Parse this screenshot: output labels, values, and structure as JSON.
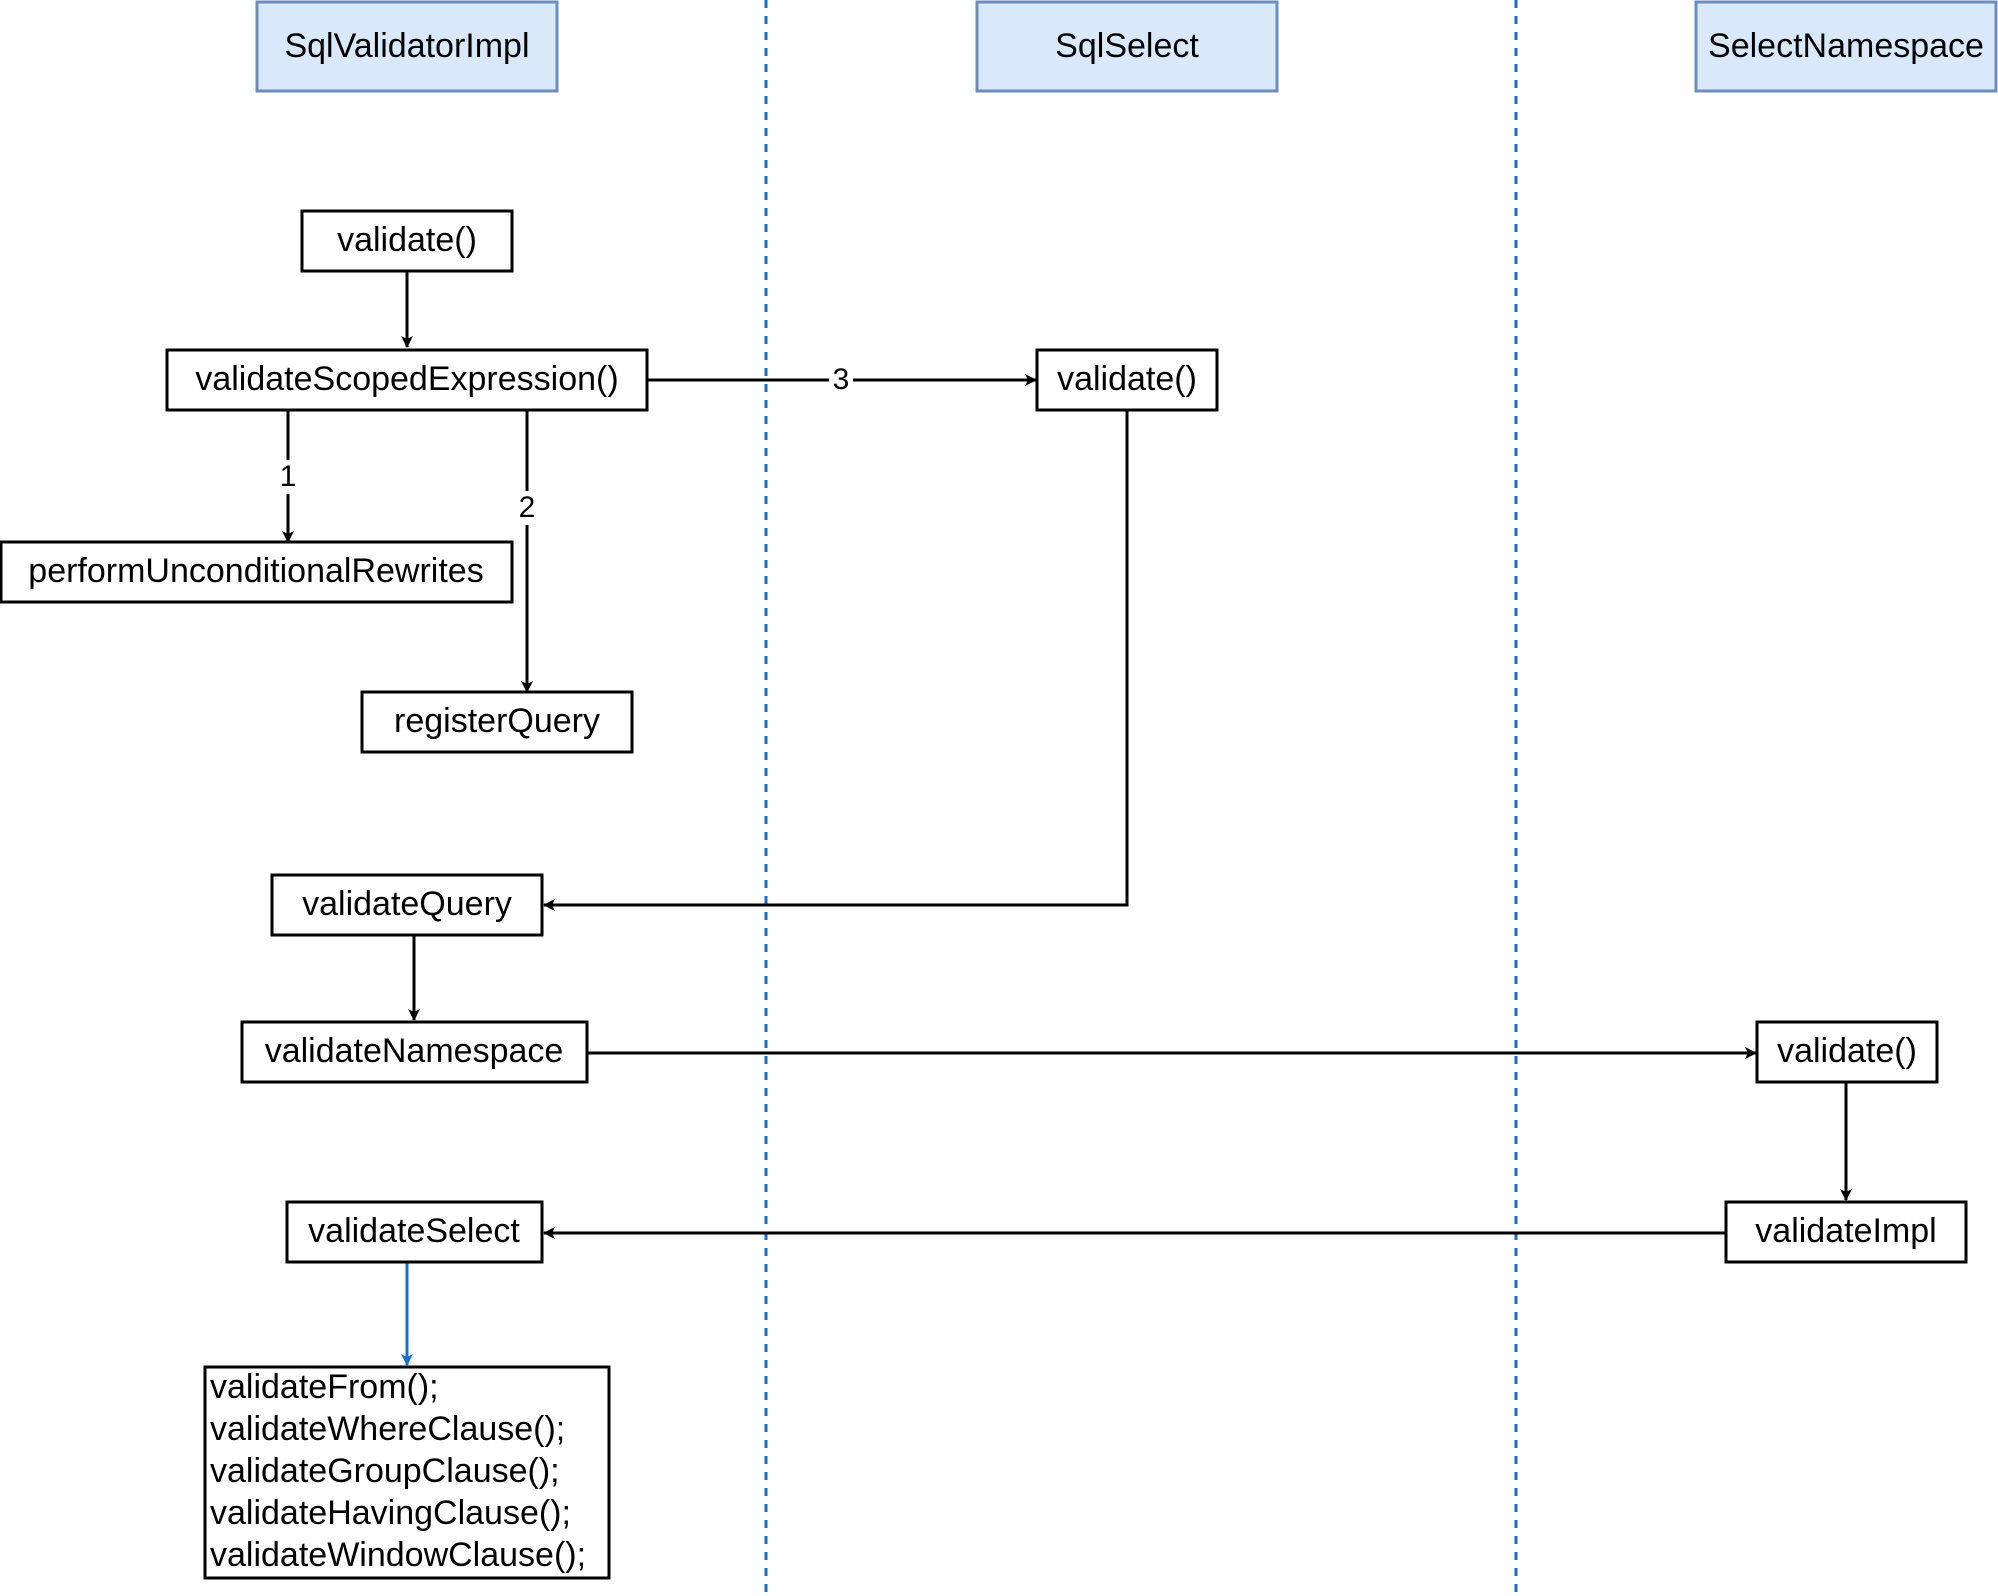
{
  "lanes": [
    {
      "label": "SqlValidatorImpl"
    },
    {
      "label": "SqlSelect"
    },
    {
      "label": "SelectNamespace"
    }
  ],
  "nodes": {
    "validator_validate": "validate()",
    "validate_scoped_expression": "validateScopedExpression()",
    "perform_unconditional_rewrites": "performUnconditionalRewrites",
    "register_query": "registerQuery",
    "sqlselect_validate": "validate()",
    "validate_query": "validateQuery",
    "validate_namespace": "validateNamespace",
    "namespace_validate": "validate()",
    "validate_select": "validateSelect",
    "validate_impl": "validateImpl",
    "clause_list": [
      "validateFrom();",
      "validateWhereClause();",
      "validateGroupClause();",
      "validateHavingClause();",
      "validateWindowClause();"
    ]
  },
  "edge_labels": {
    "to_rewrites": "1",
    "to_register": "2",
    "to_sqlselect": "3"
  },
  "colors": {
    "header_fill": "#dae8fc",
    "header_stroke": "#6c8ebf",
    "divider": "#1a6fc4",
    "highlight_arrow": "#1a6fc4",
    "line": "#000000"
  }
}
